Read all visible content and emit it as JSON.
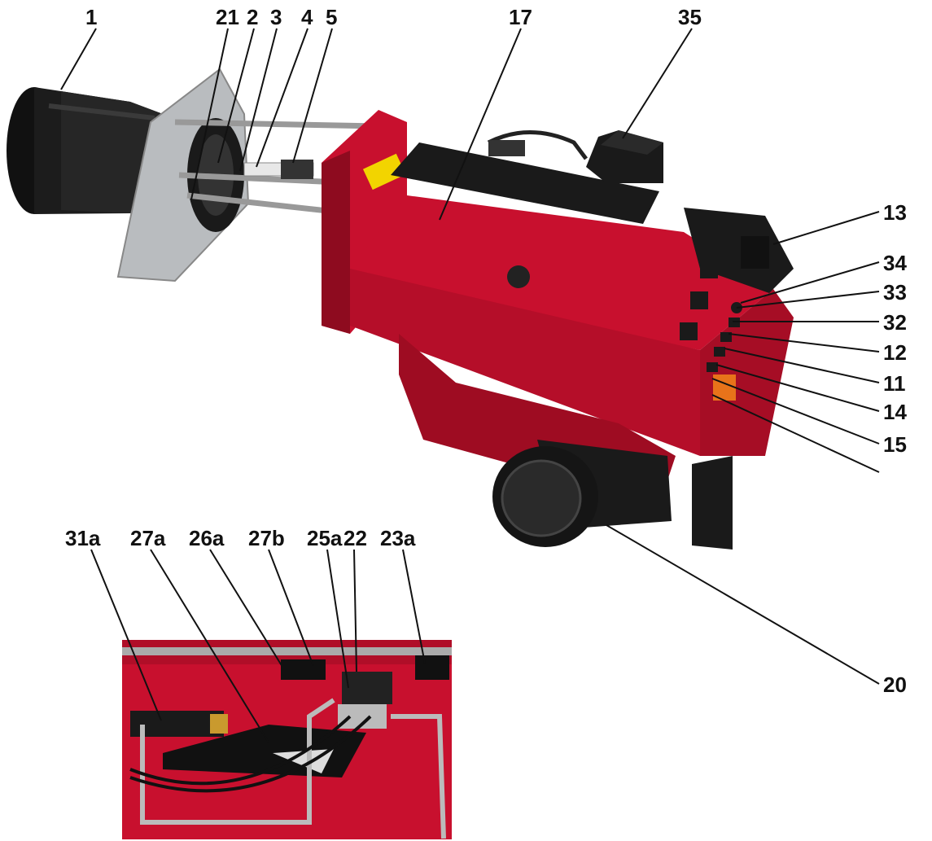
{
  "labels": {
    "l1": "1",
    "l21": "21",
    "l2": "2",
    "l3": "3",
    "l4": "4",
    "l5": "5",
    "l17": "17",
    "l35": "35",
    "l13": "13",
    "l34": "34",
    "l33": "33",
    "l32": "32",
    "l12": "12",
    "l11": "11",
    "l14": "14",
    "l15": "15",
    "l20": "20",
    "l31a": "31a",
    "l27a": "27a",
    "l26a": "26a",
    "l27b": "27b",
    "l25a": "25a",
    "l22": "22",
    "l23a": "23a"
  },
  "colors": {
    "housing_red": "#c8102e",
    "dark_red": "#8e0b1f",
    "black": "#1a1a1a",
    "aluminum": "#b9bcbf",
    "label_text": "#111111",
    "warning_orange": "#e8731a",
    "warning_yellow": "#f2d400"
  }
}
